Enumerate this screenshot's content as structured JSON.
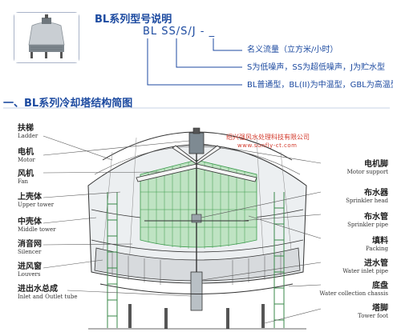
{
  "header": {
    "title": "BL系列型号说明",
    "model_code": "BL  SS/S/J  -  _",
    "descriptions": [
      "名义流量（立方米/小时）",
      "S为低噪声，SS为超低噪声，J为贮水型",
      "BL普通型，BL(II)为中温型，GBL为高温型"
    ]
  },
  "section": {
    "title": "一、BL系列冷却塔结构简图"
  },
  "company": {
    "name": "绍兴强风水处理科技有限公司",
    "website": "www.sunfly-ct.com"
  },
  "left_labels": [
    {
      "cn": "扶梯",
      "en": "Ladder"
    },
    {
      "cn": "电机",
      "en": "Motor"
    },
    {
      "cn": "风机",
      "en": "Fan"
    },
    {
      "cn": "上壳体",
      "en": "Upper tower"
    },
    {
      "cn": "中壳体",
      "en": "Middle tower"
    },
    {
      "cn": "消音网",
      "en": "Silencer"
    },
    {
      "cn": "进风窗",
      "en": "Louvers"
    },
    {
      "cn": "进出水总成",
      "en": "Inlet and Outlet tube"
    }
  ],
  "right_labels": [
    {
      "cn": "电机脚",
      "en": "Motor support"
    },
    {
      "cn": "布水器",
      "en": "Sprinkler head"
    },
    {
      "cn": "布水管",
      "en": "Sprinkler pipe"
    },
    {
      "cn": "填料",
      "en": "Packing"
    },
    {
      "cn": "进水管",
      "en": "Water inlet pipe"
    },
    {
      "cn": "底盘",
      "en": "Water collection chassis"
    },
    {
      "cn": "塔脚",
      "en": "Tower foot"
    }
  ],
  "colors": {
    "heading_blue": "#1c4aa0",
    "company_red": "#d33a2c",
    "packing_green": "#3a9a4a",
    "line_gray": "#555555"
  }
}
